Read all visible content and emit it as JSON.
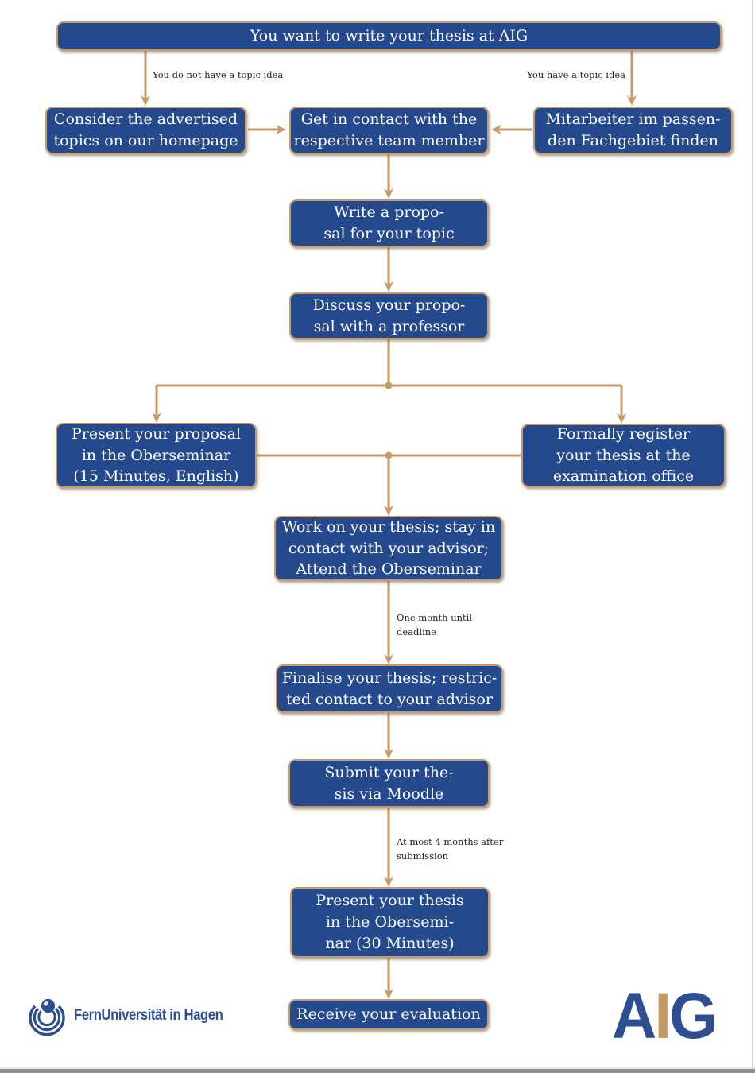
{
  "colors": {
    "page_bg": "#ffffff",
    "box_fill": "#24498c",
    "box_border": "#c99a6b",
    "box_text": "#ffffff",
    "arrow": "#c79a67",
    "label_text": "#1e1e1e",
    "logo_blue": "#2d4f92",
    "logo_tan": "#c49a62"
  },
  "nodes": {
    "start": {
      "label": "You want to write your thesis at AIG"
    },
    "consider": {
      "label": "Consider the advertised\ntopics on our homepage"
    },
    "contact": {
      "label": "Get in contact with the\nrespective team member"
    },
    "mitarbeiter": {
      "label": "Mitarbeiter im passen-\nden Fachgebiet finden"
    },
    "proposal": {
      "label": "Write a propo-\nsal for your topic"
    },
    "discuss": {
      "label": "Discuss your propo-\nsal with a professor"
    },
    "present_proposal": {
      "label": "Present your proposal\nin the Oberseminar\n(15 Minutes, English)"
    },
    "register": {
      "label": "Formally register\nyour thesis at the\nexamination office"
    },
    "work": {
      "label": "Work on your thesis; stay in\ncontact with your advisor;\nAttend the Oberseminar"
    },
    "finalise": {
      "label": "Finalise your thesis; restric-\nted contact to your advisor"
    },
    "submit": {
      "label": "Submit your the-\nsis via Moodle"
    },
    "present_thesis": {
      "label": "Present your thesis\nin the Obersemi-\nnar (30 Minutes)"
    },
    "receive": {
      "label": "Receive your evaluation"
    }
  },
  "edge_labels": {
    "no_topic": "You do not have a topic idea",
    "has_topic": "You have a topic idea",
    "one_month": "One month until\ndeadline",
    "four_months": "At most 4 months after\nsubmission"
  },
  "footer": {
    "university": "FernUniversität in Hagen",
    "aig": {
      "a": "A",
      "i": "I",
      "g": "G"
    }
  }
}
